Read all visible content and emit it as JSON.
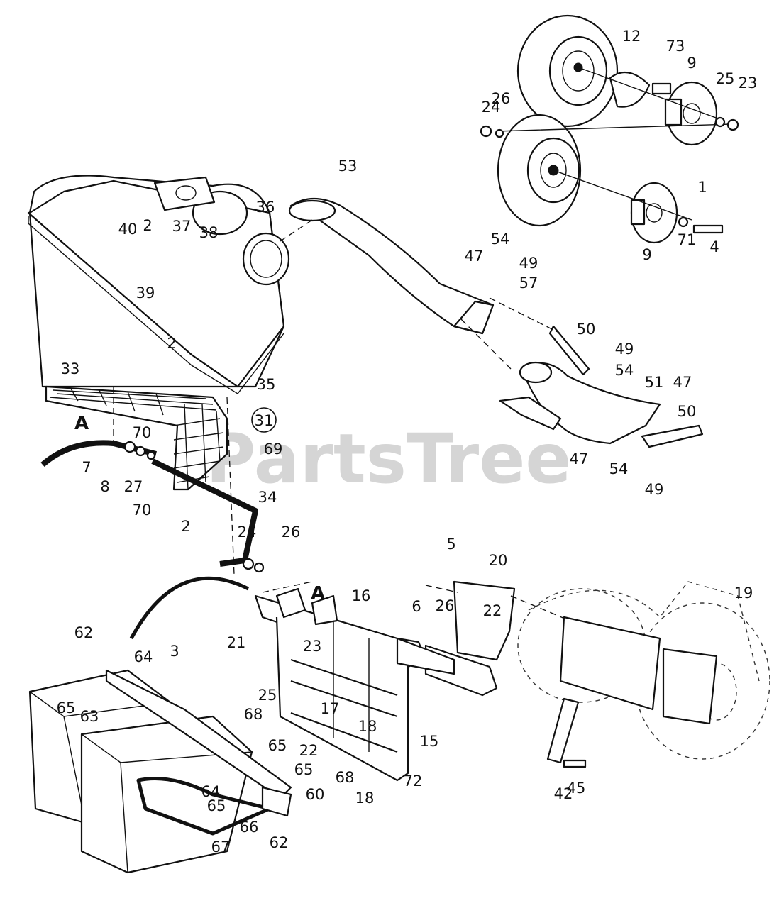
{
  "watermark": "PartsTree",
  "section_marks": [
    "A",
    "A"
  ],
  "circled_label": "31",
  "callouts": [
    "12",
    "73",
    "9",
    "25",
    "23",
    "24",
    "26",
    "53",
    "1",
    "71",
    "9",
    "4",
    "36",
    "40",
    "2",
    "37",
    "38",
    "54",
    "49",
    "47",
    "57",
    "39",
    "2",
    "50",
    "49",
    "54",
    "51",
    "47",
    "33",
    "35",
    "70",
    "69",
    "50",
    "7",
    "8",
    "27",
    "70",
    "47",
    "54",
    "49",
    "2",
    "34",
    "24",
    "26",
    "5",
    "20",
    "16",
    "6",
    "26",
    "22",
    "19",
    "62",
    "64",
    "3",
    "21",
    "23",
    "65",
    "63",
    "25",
    "68",
    "17",
    "18",
    "65",
    "22",
    "15",
    "65",
    "68",
    "72",
    "18",
    "64",
    "65",
    "60",
    "42",
    "45",
    "66",
    "62",
    "67"
  ]
}
